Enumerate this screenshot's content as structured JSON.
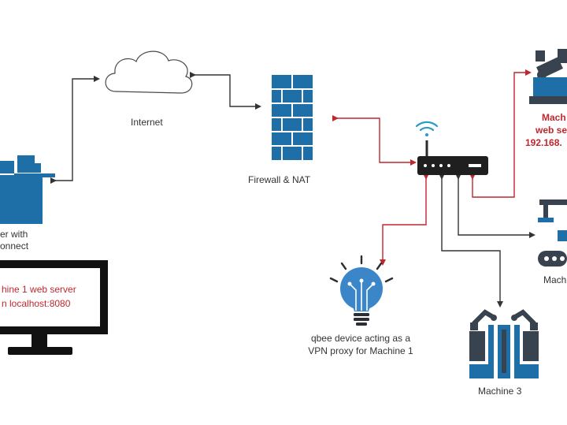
{
  "labels": {
    "internet": "Internet",
    "firewall": "Firewall & NAT",
    "user_line1": "er with",
    "user_line2": "onnect",
    "monitor_line1": "hine 1 web server",
    "monitor_line2": "n localhost:8080",
    "qbee_line1": "qbee device acting as a",
    "qbee_line2": "VPN proxy for Machine 1",
    "machine3": "Machine 3",
    "machine1_line1": "Mach",
    "machine1_line2": "web se",
    "machine1_line3": "192.168.",
    "machine2": "Machi"
  },
  "icons": [
    "cloud-icon",
    "firewall-icon",
    "router-icon",
    "wifi-icon",
    "user-workstation-icon",
    "monitor-icon",
    "lightbulb-icon",
    "robot-arm-icon",
    "conveyor-icon",
    "factory-robots-icon"
  ],
  "colors": {
    "icon_blue": "#1e6fa8",
    "icon_dark": "#39434f",
    "red_link": "#c0272d",
    "dark_link": "#333333",
    "bulb_blue": "#3a86c8"
  }
}
